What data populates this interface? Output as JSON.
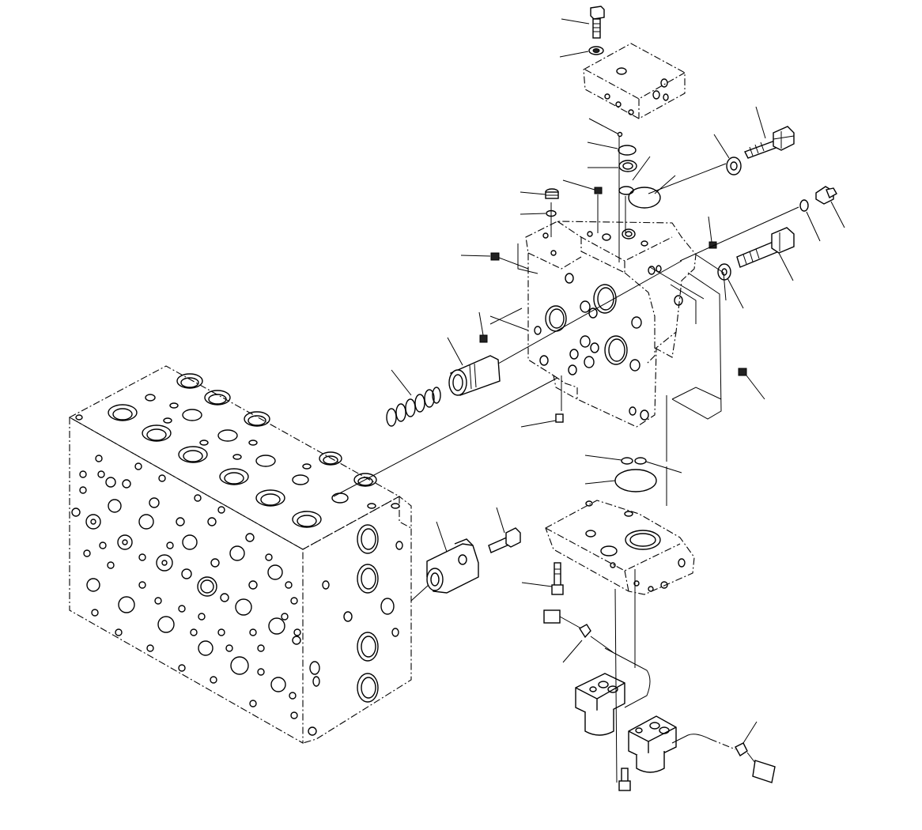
{
  "figure": {
    "title": "",
    "line_color": "#000000",
    "background_color": "#ffffff"
  },
  "parts": [
    {
      "name": "main-valve-block"
    },
    {
      "name": "valve-section-body"
    },
    {
      "name": "top-cover-plate"
    },
    {
      "name": "bottom-valve-plate"
    },
    {
      "name": "flange-bolt-upper"
    },
    {
      "name": "flange-bolt-lower"
    },
    {
      "name": "spool-sleeve"
    },
    {
      "name": "return-spring"
    },
    {
      "name": "end-cap"
    },
    {
      "name": "solenoid-valve"
    },
    {
      "name": "pressure-sensor"
    },
    {
      "name": "wiring-connector"
    }
  ]
}
